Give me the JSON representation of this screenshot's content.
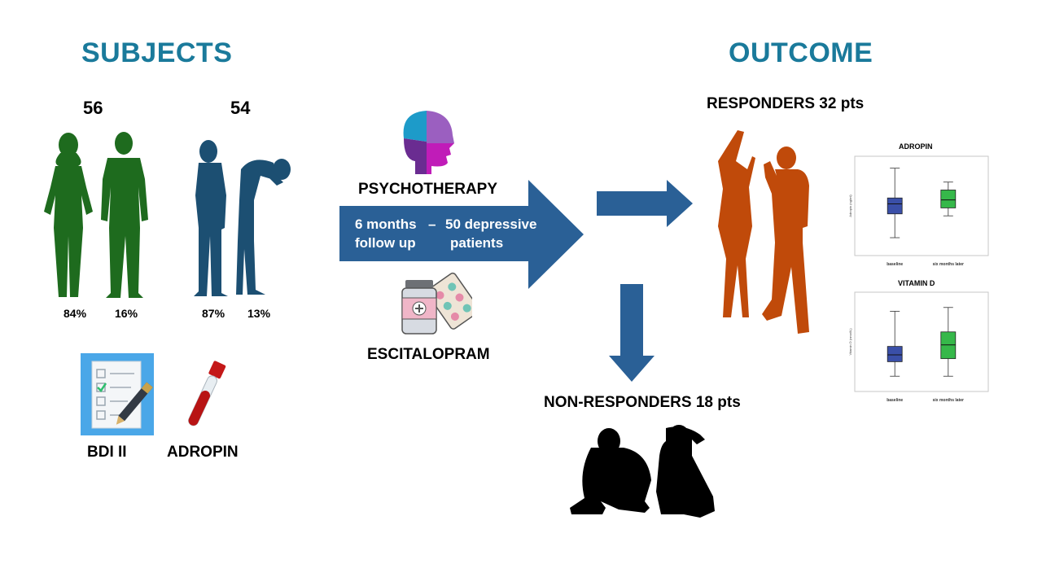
{
  "subjects": {
    "heading": "SUBJECTS",
    "group1": {
      "count": "56",
      "pct_a": "84%",
      "pct_b": "16%"
    },
    "group2": {
      "count": "54",
      "pct_a": "87%",
      "pct_b": "13%"
    },
    "tool1": "BDI II",
    "tool2": "ADROPIN"
  },
  "intervention": {
    "psychotherapy": "PSYCHOTHERAPY",
    "escitalopram": "ESCITALOPRAM",
    "arrow_line1_left": "6 months",
    "arrow_dash": "–",
    "arrow_line1_right": "50 depressive",
    "arrow_line2_left": "follow up",
    "arrow_line2_right": "patients"
  },
  "outcome": {
    "heading": "OUTCOME",
    "responders": "RESPONDERS 32 pts",
    "non_responders": "NON-RESPONDERS 18 pts"
  },
  "colors": {
    "heading": "#1a7a9b",
    "arrow": "#2a6096",
    "healthy": "#1e6b1e",
    "depressed": "#1c4f72",
    "responders": "#c04a0a",
    "box_baseline": "#3a4fa8",
    "box_later": "#36b84a"
  },
  "chart_data": [
    {
      "type": "box",
      "title": "ADROPIN",
      "categories": [
        "baseline",
        "six months later"
      ],
      "ylabel": "Adropin (ng/ml)",
      "boxes": [
        {
          "min": 1.4,
          "q1": 2.6,
          "median": 3.1,
          "q3": 3.4,
          "max": 4.9
        },
        {
          "min": 2.5,
          "q1": 2.9,
          "median": 3.3,
          "q3": 3.8,
          "max": 4.2
        }
      ]
    },
    {
      "type": "box",
      "title": "VITAMIN D",
      "categories": [
        "baseline",
        "six months later"
      ],
      "ylabel": "Vitamin D (nmol/L)",
      "boxes": [
        {
          "min": 20,
          "q1": 39,
          "median": 48,
          "q3": 59,
          "max": 105
        },
        {
          "min": 20,
          "q1": 43,
          "median": 61,
          "q3": 78,
          "max": 110
        }
      ]
    }
  ]
}
